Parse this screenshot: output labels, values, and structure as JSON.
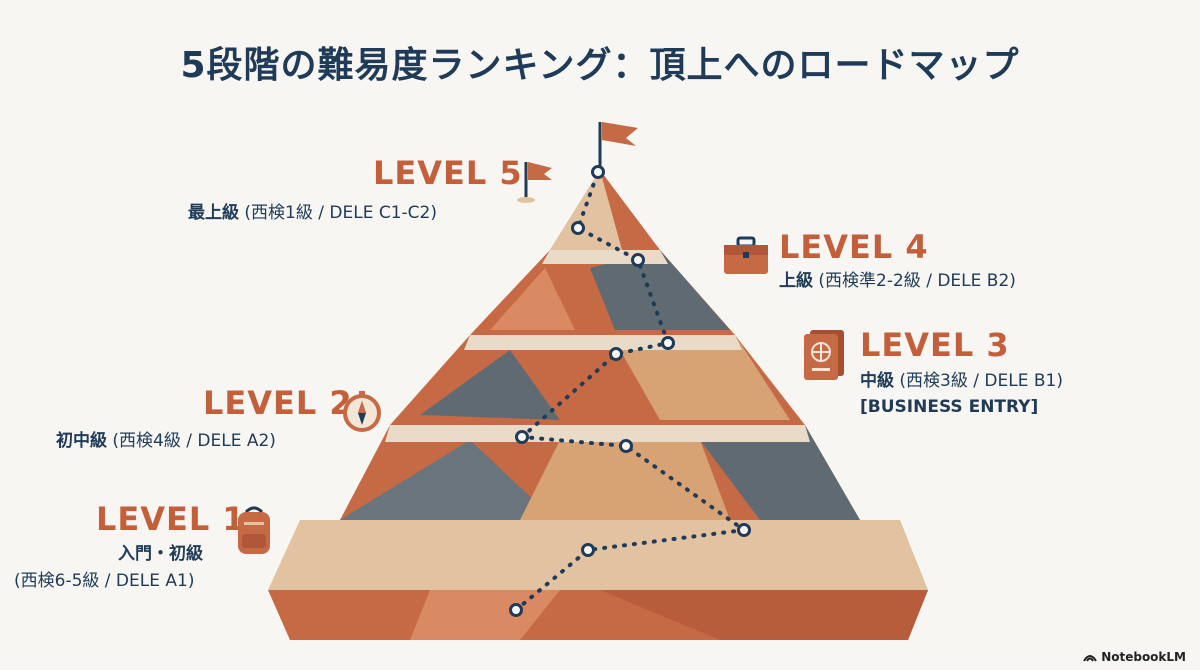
{
  "title": "5段階の難易度ランキング：頂上へのロードマップ",
  "levels": [
    {
      "id": "level-1",
      "label": "LEVEL 1",
      "rank": "入門・初級",
      "detail": "(西検6-5級 / DELE A1)",
      "icon": "backpack-icon"
    },
    {
      "id": "level-2",
      "label": "LEVEL 2",
      "rank": "初中級",
      "detail": "(西検4級 / DELE A2)",
      "icon": "compass-icon"
    },
    {
      "id": "level-3",
      "label": "LEVEL 3",
      "rank": "中級",
      "detail": "(西検3級 / DELE B1)",
      "extra": "[BUSINESS ENTRY]",
      "icon": "passport-icon"
    },
    {
      "id": "level-4",
      "label": "LEVEL 4",
      "rank": "上級",
      "detail": "(西検準2-2級 / DELE B2)",
      "icon": "briefcase-icon"
    },
    {
      "id": "level-5",
      "label": "LEVEL 5",
      "rank": "最上級",
      "detail": "(西検1級 / DELE C1-C2)",
      "icon": "flag-icon"
    }
  ],
  "footer": "NotebookLM",
  "colors": {
    "title": "#1f3b57",
    "level_label": "#c35f3a",
    "terracotta": "#c66a45",
    "slate": "#5f6a72",
    "sand": "#e2c2a0",
    "path": "#1f3b57"
  }
}
